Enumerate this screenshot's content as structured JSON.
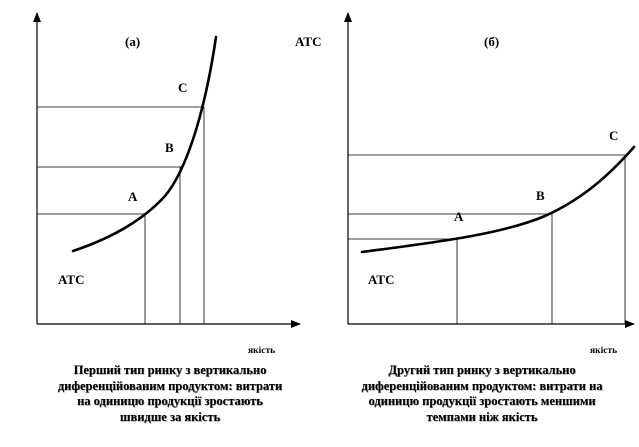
{
  "panel_a": {
    "title": "(а)",
    "point_a": "A",
    "point_b": "B",
    "point_c": "C",
    "curve_label": "ATC",
    "x_label": "якість",
    "caption_lines": [
      "Перший тип ринку з вертикально",
      "диференційованим продуктом: витрати",
      "на одиницю продукції зростають",
      "швидше за якість"
    ]
  },
  "panel_b": {
    "title": "(б)",
    "y_label": "ATC",
    "point_a": "A",
    "point_b": "B",
    "point_c": "C",
    "curve_label": "ATC",
    "x_label": "якість",
    "caption_lines": [
      "Другий тип ринку з вертикально",
      "диференційованим продуктом: витрати на",
      "одиницю продукції зростають меншими",
      "темпами ніж якість"
    ]
  }
}
